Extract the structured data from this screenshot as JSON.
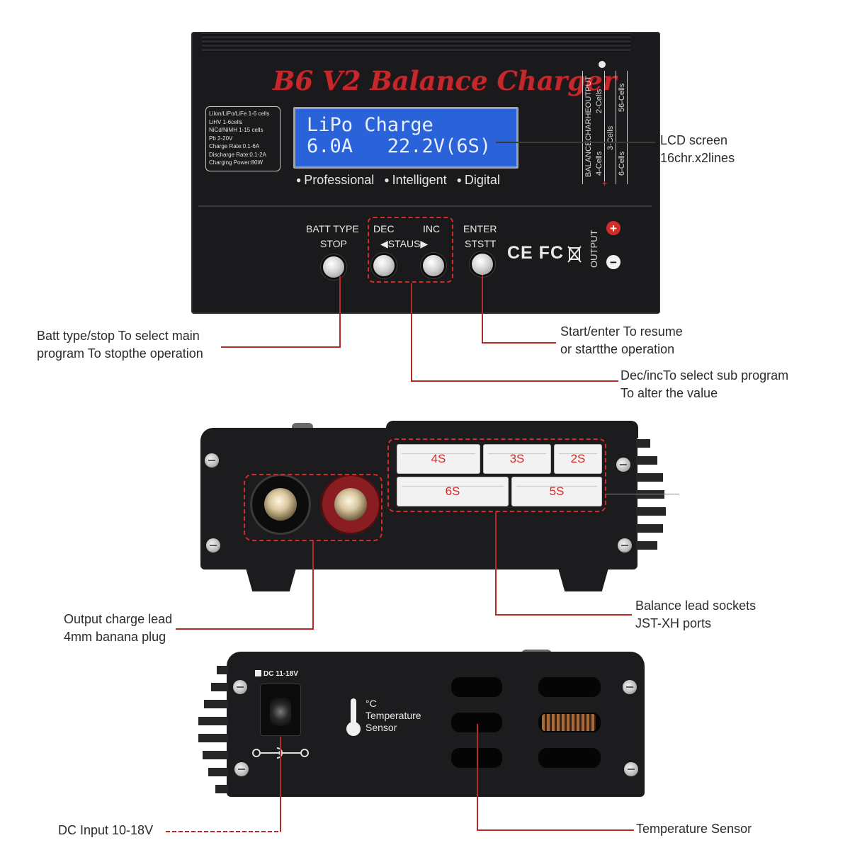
{
  "front_panel": {
    "title": "B6 V2 Balance Charger",
    "specs": [
      "LiIon/LiPo/LiFe 1-6 cells",
      "LiHV 1-6cells",
      "NiCd/NiMH 1-15 cells",
      "Pb 2-20V",
      "Charge Rate:0.1-6A",
      "Discharge Rate:0.1-2A",
      "Charging Power:80W"
    ],
    "lcd_line1": "LiPo Charge",
    "lcd_line2": "6.0A   22.2V(6S)",
    "features": [
      "Professional",
      "Intelligent",
      "Digital"
    ],
    "balance_label": "BALANCECHARHEOUTPUT",
    "cell_cols": [
      {
        "top": "2-Cells",
        "bottom": "4-Cells"
      },
      {
        "top": "3-Cells",
        "bottom": ""
      },
      {
        "top": "56-Cells",
        "bottom": "6-Cells"
      }
    ],
    "buttons": {
      "batt_type_label": "BATT TYPE",
      "stop_label": "STOP",
      "dec_label": "DEC",
      "inc_label": "INC",
      "status_label": "STAUS",
      "enter_label": "ENTER",
      "start_label": "STSTT"
    },
    "cert_marks": "CE FC",
    "output_label": "OUTPUT",
    "plus": "+",
    "minus": "−"
  },
  "callouts": {
    "lcd": [
      "LCD screen",
      "16chr.x2lines"
    ],
    "batt_type": [
      "Batt type/stop To select main",
      "program To stopthe operation"
    ],
    "start": [
      "Start/enter To resume",
      "or startthe operation"
    ],
    "dec_inc": [
      "Dec/incTo select sub program",
      "To alter the value"
    ],
    "output_lead": [
      "Output charge lead",
      "4mm banana plug"
    ],
    "balance": [
      "Balance lead sockets",
      "JST-XH ports"
    ],
    "dc_input": "DC Input 10-18V",
    "temperature": "Temperature Sensor"
  },
  "side_view": {
    "jst_ports": [
      "4S",
      "3S",
      "2S",
      "6S",
      "5S"
    ]
  },
  "rear_view": {
    "dc_label": "DC 11-18V",
    "temp_unit": "°C",
    "temp_line1": "Temperature",
    "temp_line2": "Sensor"
  },
  "colors": {
    "accent_red": "#d42b2b",
    "lcd_blue": "#2a63d9",
    "body": "#1c1c1e"
  }
}
